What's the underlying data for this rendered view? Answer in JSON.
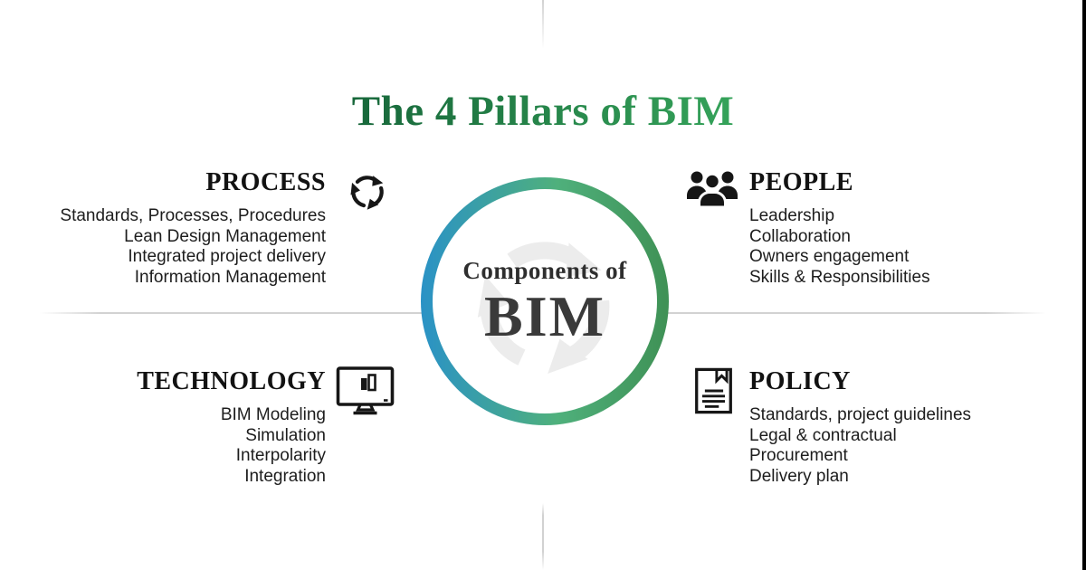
{
  "title": "The 4 Pillars of BIM",
  "center": {
    "line1": "Components of",
    "line2": "BIM",
    "watermark_icon": "cycle-arrows-watermark"
  },
  "quadrants": [
    {
      "id": "process",
      "heading": "PROCESS",
      "icon": "cycle-arrows-icon",
      "align": "right",
      "items": [
        "Standards, Processes, Procedures",
        "Lean Design Management",
        "Integrated project delivery",
        "Information Management"
      ]
    },
    {
      "id": "people",
      "heading": "PEOPLE",
      "icon": "people-group-icon",
      "align": "left",
      "items": [
        "Leadership",
        "Collaboration",
        "Owners engagement",
        "Skills & Responsibilities"
      ]
    },
    {
      "id": "technology",
      "heading": "TECHNOLOGY",
      "icon": "monitor-chart-icon",
      "align": "right",
      "items": [
        "BIM Modeling",
        "Simulation",
        "Interpolarity",
        "Integration"
      ]
    },
    {
      "id": "policy",
      "heading": "POLICY",
      "icon": "document-bookmark-icon",
      "align": "left",
      "items": [
        "Standards, project guidelines",
        "Legal & contractual",
        "Procurement",
        "Delivery plan"
      ]
    }
  ],
  "colors": {
    "title_dark": "#17673a",
    "title_light": "#35a35a",
    "ring_blue": "#2a92c6",
    "ring_green": "#3f9155",
    "heading_black": "#121212",
    "body_black": "#1d1d1d",
    "center_text": "#2e2e2e",
    "center_bim": "#3a3a3a",
    "divider_gray": "#d2d2d2",
    "watermark_gray": "#ececec",
    "icon_black": "#161616"
  }
}
